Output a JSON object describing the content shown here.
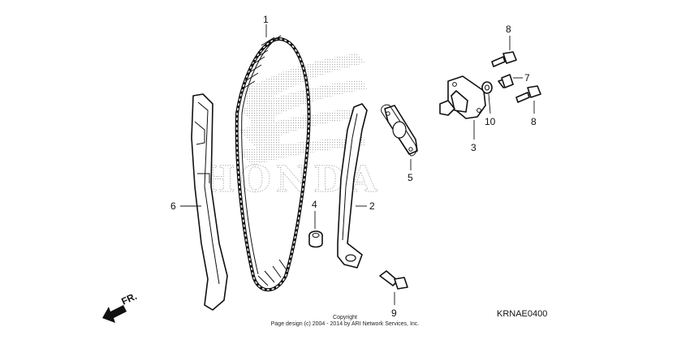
{
  "diagram": {
    "watermark_text": "HONDA",
    "diagram_code": "KRNAE0400",
    "front_arrow_label": "FR.",
    "copyright_line1": "Copyright",
    "copyright_line2": "Page design (c) 2004 - 2014 by ARI Network Services, Inc.",
    "callouts": [
      {
        "id": "c1",
        "label": "1"
      },
      {
        "id": "c2",
        "label": "2"
      },
      {
        "id": "c3",
        "label": "3"
      },
      {
        "id": "c4",
        "label": "4"
      },
      {
        "id": "c5",
        "label": "5"
      },
      {
        "id": "c6",
        "label": "6"
      },
      {
        "id": "c7",
        "label": "7"
      },
      {
        "id": "c8a",
        "label": "8"
      },
      {
        "id": "c8b",
        "label": "8"
      },
      {
        "id": "c9",
        "label": "9"
      },
      {
        "id": "c10",
        "label": "10"
      }
    ]
  }
}
